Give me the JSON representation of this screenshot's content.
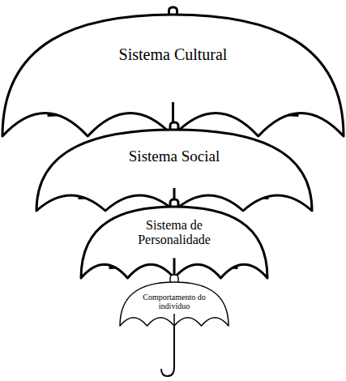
{
  "diagram": {
    "nodes": [
      {
        "text": [
          "Sistema Cultural"
        ]
      },
      {
        "text": [
          "Sistema Social"
        ]
      },
      {
        "text": [
          "Sistema de Personalidade"
        ]
      },
      {
        "text": [
          "Comportamento do indivíduo"
        ]
      }
    ]
  }
}
